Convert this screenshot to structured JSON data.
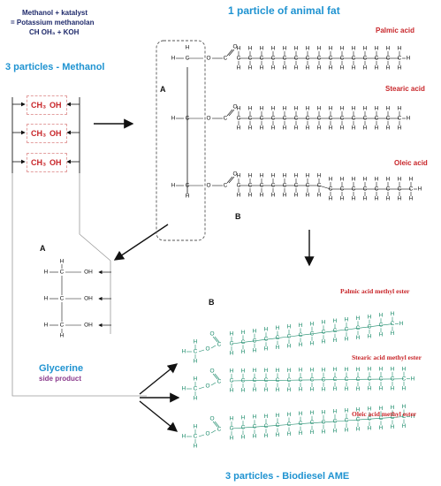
{
  "header": {
    "line1": "Methanol + katalyst",
    "line2": "= Potassium methanolan",
    "line3": "CH OH₃ + KOH"
  },
  "titles": {
    "fat": "1 particle of animal fat",
    "methanol": "3 particles - Methanol",
    "glycerine": "Glycerine",
    "side_product": "side product",
    "biodiesel": "3 particles - Biodiesel AME"
  },
  "labels": {
    "a_top": "A",
    "b_top": "B",
    "a_glycerine": "A",
    "b_ester": "B"
  },
  "fatty_acids": [
    "Palmic acid",
    "Stearic acid",
    "Oleic acid"
  ],
  "esters": [
    "Palmic acid methyl ester",
    "Stearic acid methyl ester",
    "Oleic acid methyl ester"
  ],
  "methanol_molecules": [
    {
      "ch3": "CH₃",
      "oh": "OH"
    },
    {
      "ch3": "CH₃",
      "oh": "OH"
    },
    {
      "ch3": "CH₃",
      "oh": "OH"
    }
  ],
  "atoms": {
    "h": "H",
    "c": "C",
    "o": "O",
    "oh": "OH"
  },
  "colors": {
    "title_blue": "#1f93d1",
    "acid_red": "#c8262a",
    "ester_green": "#1a8a6a",
    "side_purple": "#8a3a8c"
  }
}
